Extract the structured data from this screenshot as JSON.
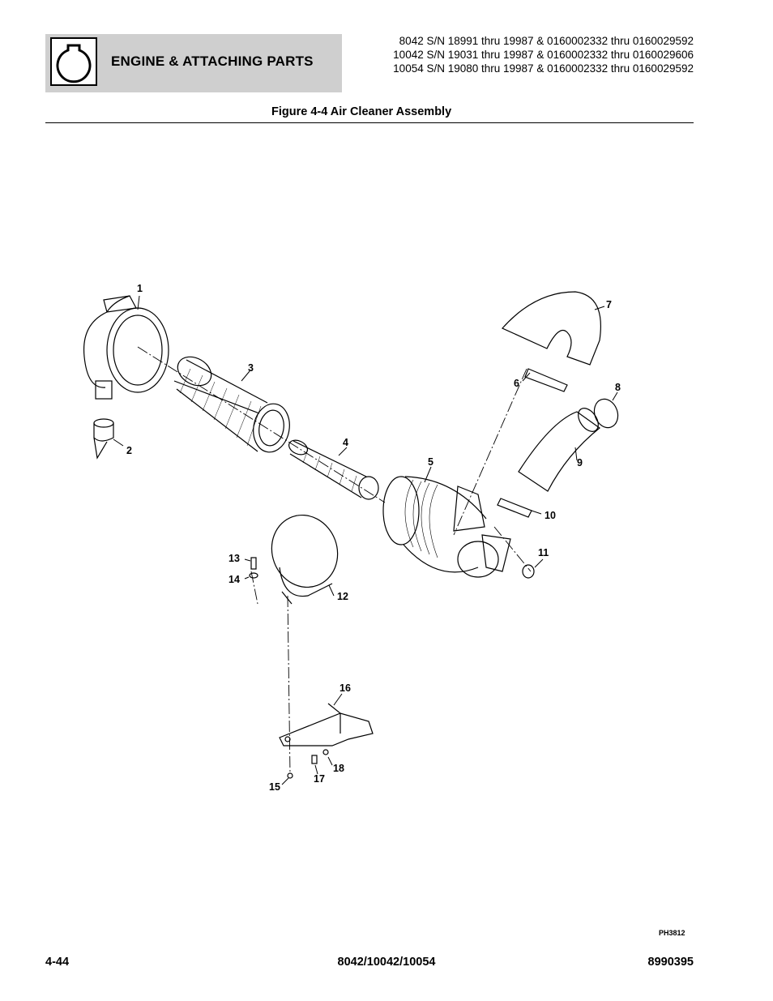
{
  "header": {
    "section_title": "ENGINE & ATTACHING PARTS",
    "serial_lines": [
      "8042 S/N 18991 thru 19987 & 0160002332 thru 0160029592",
      "10042 S/N 19031 thru 19987 & 0160002332 thru 0160029606",
      "10054 S/N 19080 thru 19987 & 0160002332 thru 0160029592"
    ],
    "icon": "engine-icon",
    "band_color": "#cfcfcf"
  },
  "figure": {
    "title": "Figure 4-4 Air Cleaner Assembly",
    "code": "PH3812",
    "callouts": [
      "1",
      "2",
      "3",
      "4",
      "5",
      "6",
      "7",
      "8",
      "9",
      "10",
      "11",
      "12",
      "13",
      "14",
      "15",
      "16",
      "17",
      "18"
    ]
  },
  "footer": {
    "page_number": "4-44",
    "models": "8042/10042/10054",
    "doc_number": "8990395"
  }
}
